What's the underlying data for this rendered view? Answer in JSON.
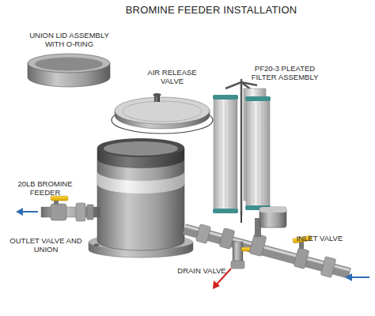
{
  "diagram": {
    "title": "BROMINE FEEDER INSTALLATION",
    "labels": [
      "UNION LID ASSEMBLY WITH O-RING",
      "AIR RELEASE VALVE",
      "PF20-3 PLEATED FILTER ASSEMBLY",
      "20LB BROMINE FEEDER",
      "OUTLET VALVE AND UNION",
      "DRAIN VALVE",
      "INLET VALVE"
    ]
  }
}
